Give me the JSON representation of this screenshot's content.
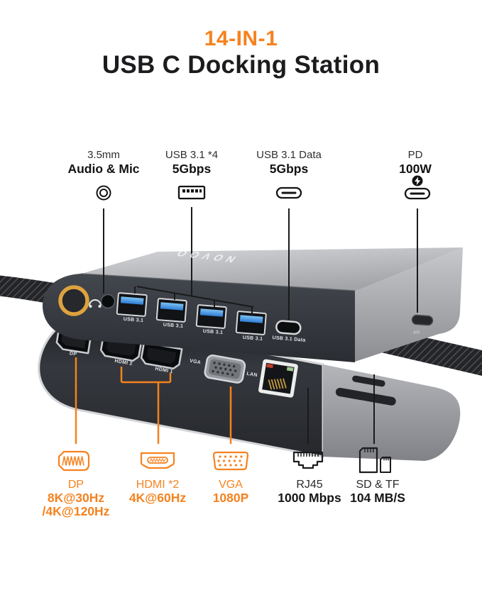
{
  "title": {
    "line1": "14-IN-1",
    "line2": "USB C Docking Station"
  },
  "colors": {
    "accent_orange": "#F5821F",
    "text_black": "#1c1c1e",
    "usb_blue": "#2e7cd6",
    "ring_gold": "#DEA23E"
  },
  "top_callouts": [
    {
      "id": "audio",
      "line1": "3.5mm",
      "line2": "Audio & Mic",
      "icon": "audio-jack-icon"
    },
    {
      "id": "usb-a",
      "line1": "USB 3.1 *4",
      "line2": "5Gbps",
      "icon": "usb-a-port-icon"
    },
    {
      "id": "usb-c-data",
      "line1": "USB 3.1 Data",
      "line2": "5Gbps",
      "icon": "usb-c-port-icon"
    },
    {
      "id": "pd",
      "line1": "PD",
      "line2": "100W",
      "icon": "usb-c-pd-icon"
    }
  ],
  "bottom_callouts": [
    {
      "id": "dp",
      "line1": "DP",
      "line2": "8K@30Hz",
      "line3": "/4K@120Hz",
      "icon": "displayport-icon"
    },
    {
      "id": "hdmi",
      "line1": "HDMI *2",
      "line2": "4K@60Hz",
      "line3": "",
      "icon": "hdmi-icon"
    },
    {
      "id": "vga",
      "line1": "VGA",
      "line2": "1080P",
      "line3": "",
      "icon": "vga-icon"
    },
    {
      "id": "rj45",
      "line1": "RJ45",
      "line2": "1000 Mbps",
      "line3": "",
      "icon": "rj45-icon"
    },
    {
      "id": "sd",
      "line1": "SD & TF",
      "line2": "104 MB/S",
      "line3": "",
      "icon": "sd-tf-cards-icon"
    }
  ],
  "device": {
    "brand": "NOVOO",
    "pd_marking": "PD",
    "rear_labels": {
      "usb1": "USB 3.1",
      "usb2": "USB 3.1",
      "usb3": "USB 3.1",
      "usb4": "USB 3.1",
      "usbc": "USB 3.1 Data"
    },
    "front_labels": {
      "dp": "DP",
      "hdmi2": "HDMI 2",
      "hdmi1": "HDMI 1",
      "vga": "VGA",
      "lan": "LAN"
    }
  }
}
